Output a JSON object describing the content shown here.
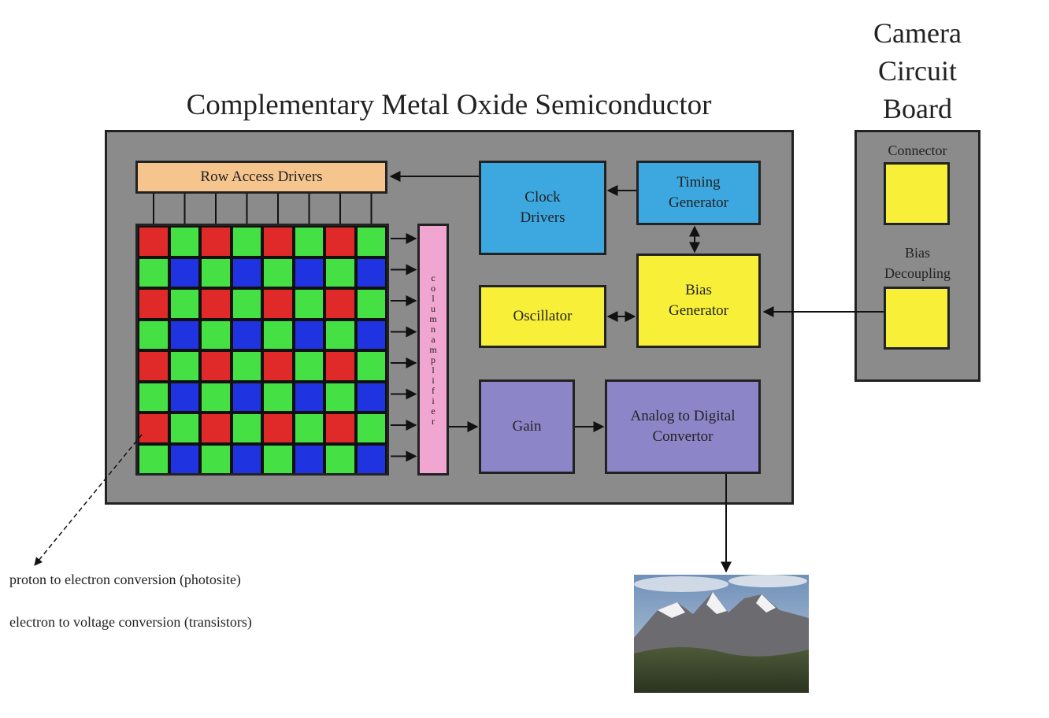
{
  "titles": {
    "chip": "Complementary Metal Oxide Semiconductor",
    "board_line1": "Camera",
    "board_line2": "Circuit",
    "board_line3": "Board"
  },
  "blocks": {
    "row_access_drivers": "Row Access Drivers",
    "clock_drivers_line1": "Clock",
    "clock_drivers_line2": "Drivers",
    "timing_generator_line1": "Timing",
    "timing_generator_line2": "Generator",
    "bias_generator_line1": "Bias",
    "bias_generator_line2": "Generator",
    "oscillator": "Oscillator",
    "gain": "Gain",
    "adc_line1": "Analog to Digital",
    "adc_line2": "Convertor",
    "column_amplifier_letters": [
      "c",
      "o",
      "l",
      "u",
      "m",
      "n",
      "a",
      "m",
      "p",
      "l",
      "i",
      "f",
      "i",
      "e",
      "r"
    ]
  },
  "board": {
    "connector": "Connector",
    "bias_decoupling_line1": "Bias",
    "bias_decoupling_line2": "Decoupling"
  },
  "notes": {
    "photosite": "proton to electron conversion (photosite)",
    "transistors": "electron to voltage conversion (transistors)"
  },
  "colors": {
    "red": "#e02a2a",
    "green": "#44e044",
    "blue": "#1f33e0"
  }
}
